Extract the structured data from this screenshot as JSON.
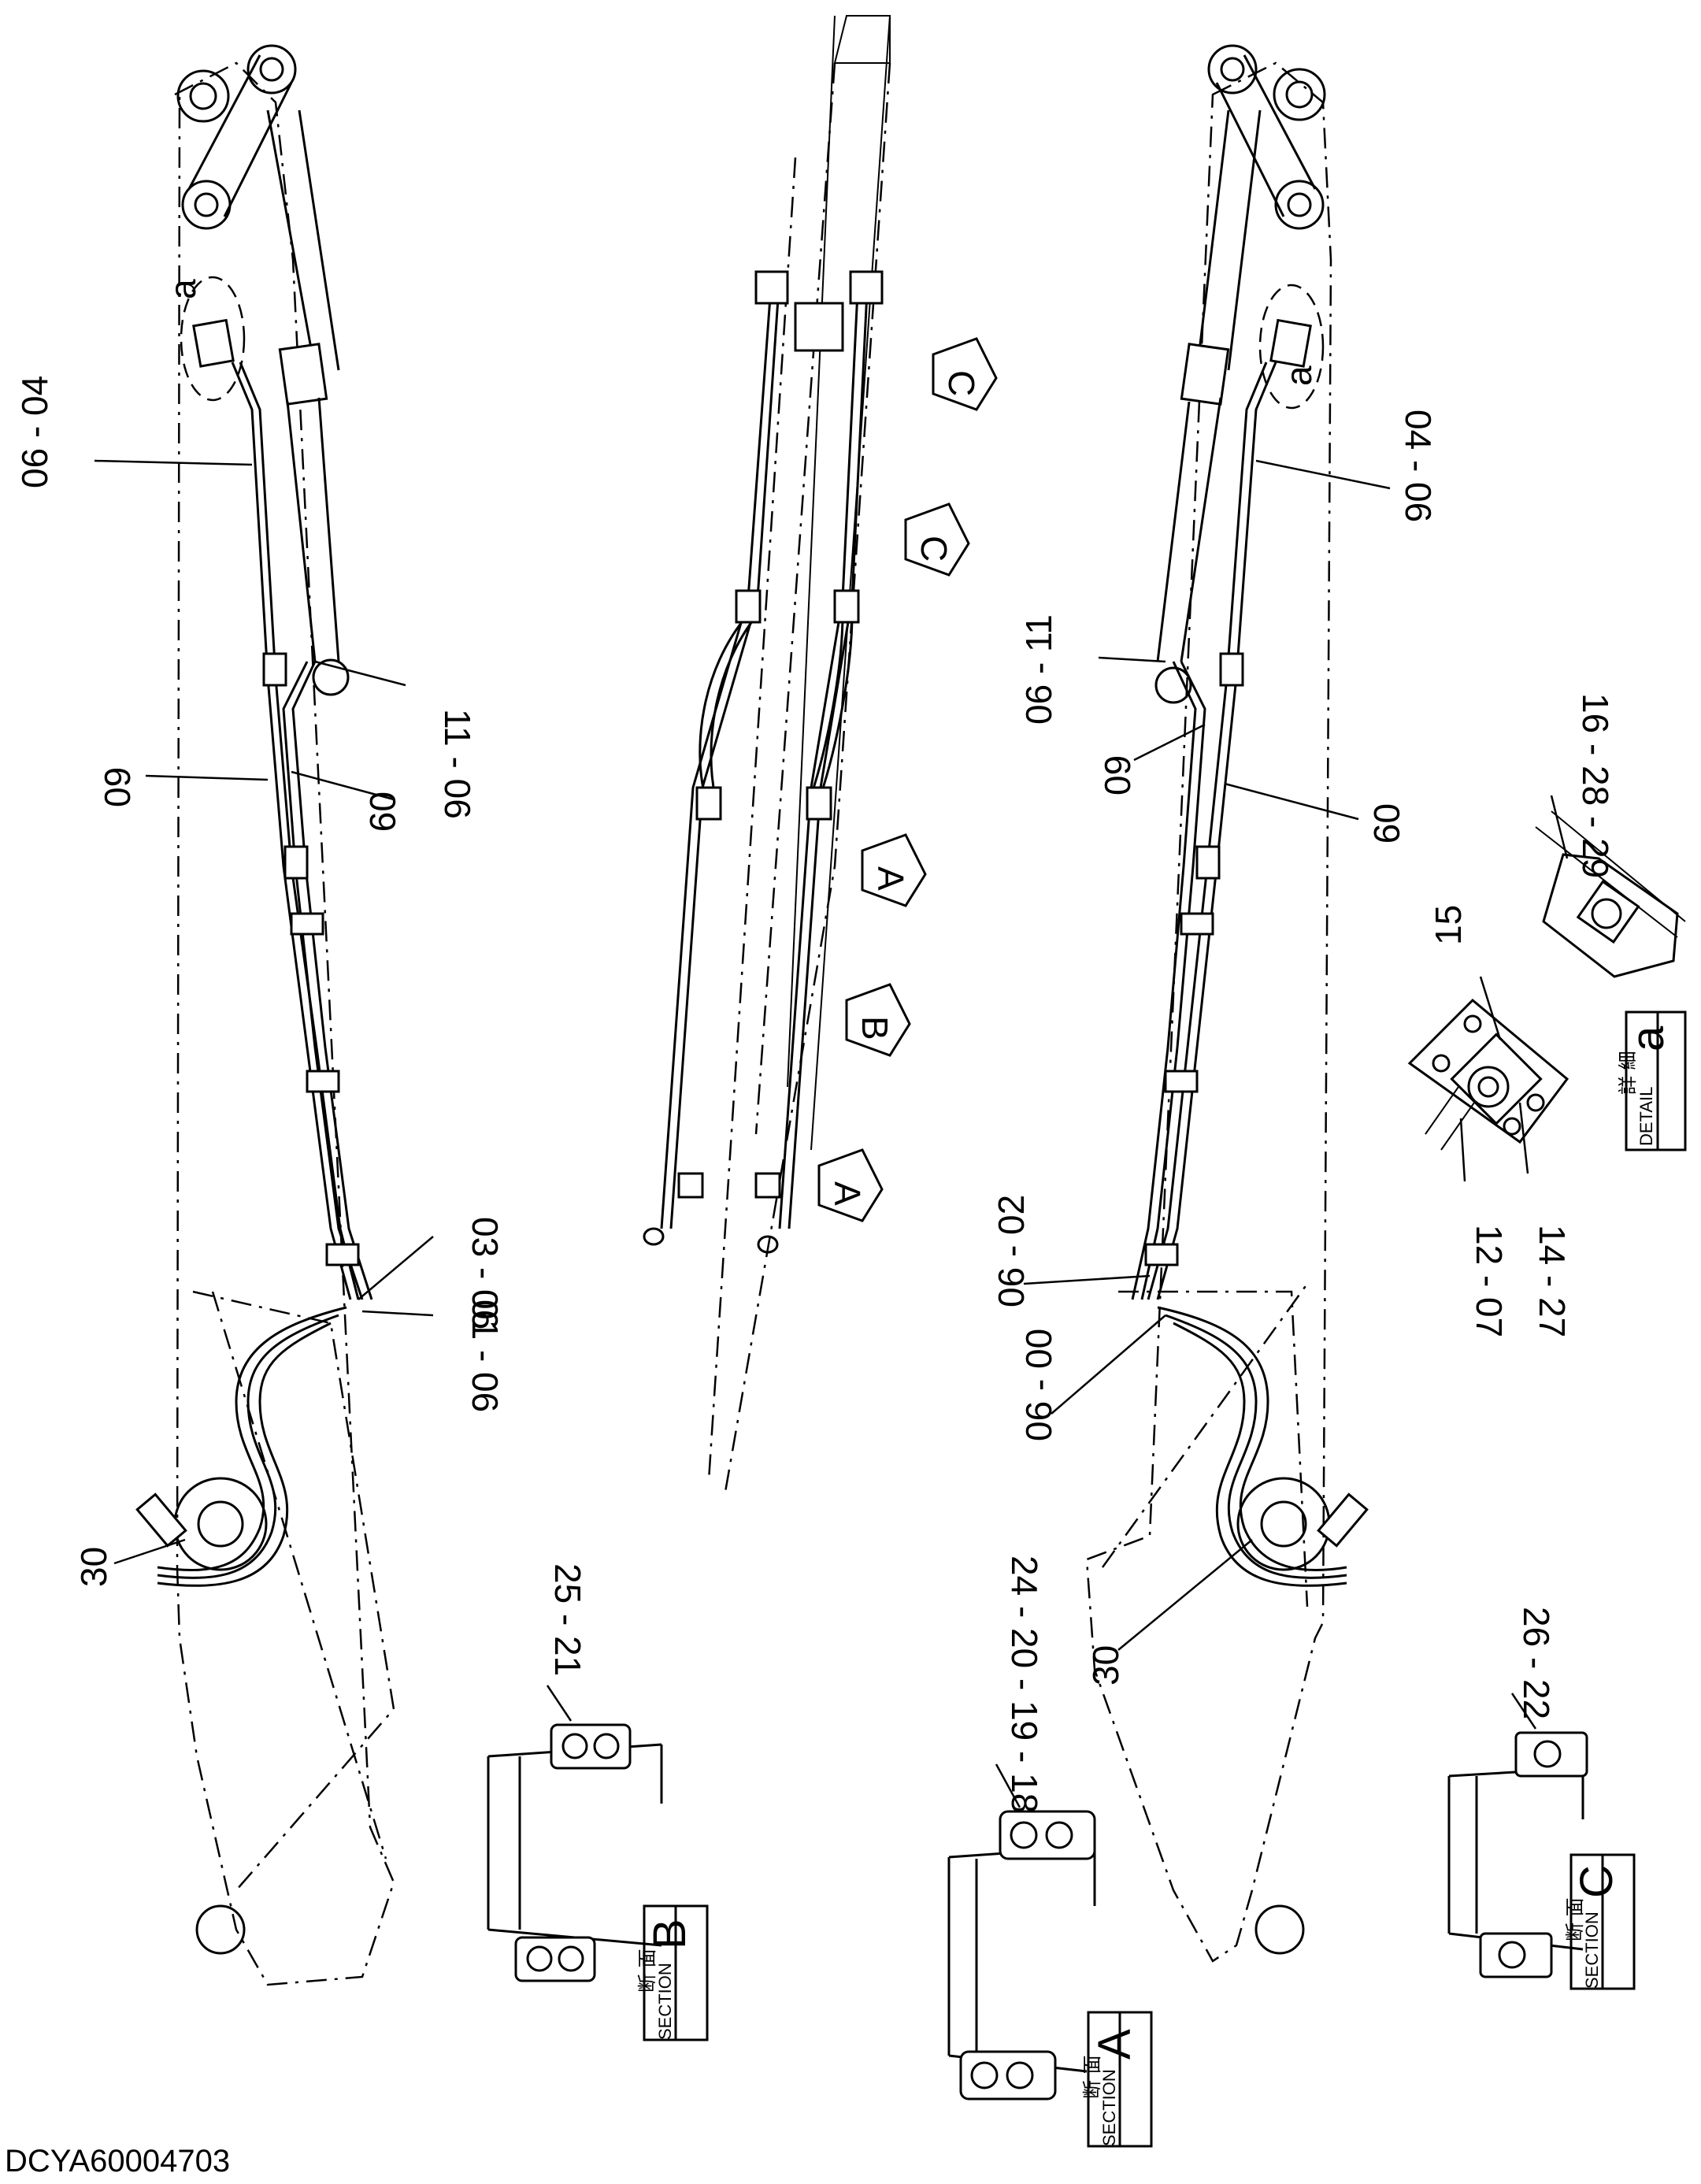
{
  "document_code": "DCYA60004703",
  "left_view_callouts": {
    "c1": "06 - 04",
    "c2": "11 - 06",
    "c3": "09",
    "c4": "09",
    "c5": "03 - 06",
    "c6": "01 - 06",
    "c7": "30",
    "detail_a_ref": "a"
  },
  "right_view_callouts": {
    "c1": "04 - 06",
    "c2": "06 - 11",
    "c3": "09",
    "c4": "09",
    "c5": "06 - 02",
    "c6": "06 - 00",
    "c7": "30",
    "detail_a_ref": "a"
  },
  "center_view_markers": {
    "m1": "C",
    "m2": "C",
    "m3": "A",
    "m4": "B",
    "m5": "A"
  },
  "detail_a": {
    "c1": "16 - 28 - 29",
    "c2": "15",
    "c3": "12 - 07",
    "c4": "14 - 27",
    "box_kanji": "詳 細",
    "box_caption": "DETAIL",
    "box_letter": "a"
  },
  "section_b": {
    "callout": "25 - 21",
    "box_kanji": "断 面",
    "box_caption": "SECTION",
    "box_letter": "B"
  },
  "section_a": {
    "callout": "24 - 20 - 19 - 18",
    "box_kanji": "断 面",
    "box_caption": "SECTION",
    "box_letter": "A"
  },
  "section_c": {
    "callout": "26 - 22",
    "box_kanji": "断 面",
    "box_caption": "SECTION",
    "box_letter": "C"
  }
}
